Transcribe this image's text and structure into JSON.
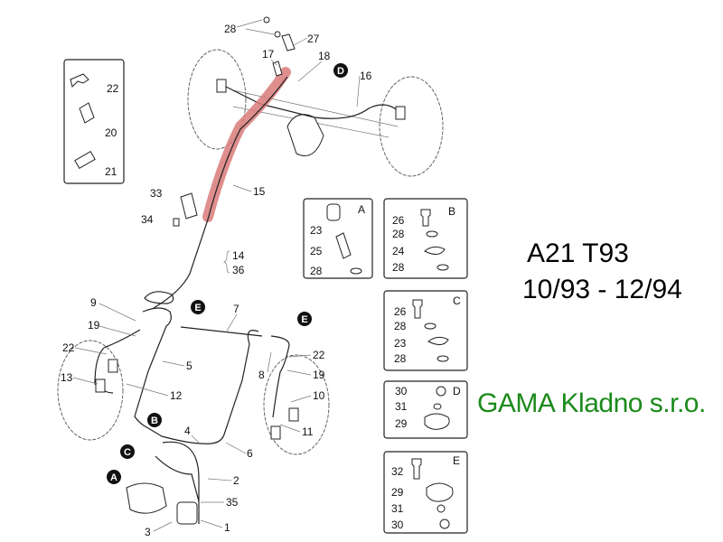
{
  "watermark": "GAMA Kladno s.r.o.",
  "model": "A21 T93",
  "dates": "10/93 - 12/94",
  "colors": {
    "highlight": "#d97a7a",
    "watermark": "#1c8a1c"
  },
  "callouts": {
    "top": [
      "28",
      "27",
      "17",
      "18",
      "16",
      "15",
      "33",
      "34",
      "14",
      "36"
    ],
    "left_box": [
      "22",
      "20",
      "21"
    ],
    "lower": [
      "9",
      "19",
      "22",
      "13",
      "5",
      "12",
      "7",
      "22",
      "8",
      "19",
      "10",
      "11",
      "4",
      "6",
      "2",
      "35",
      "3",
      "1"
    ]
  },
  "markers": {
    "D": "D",
    "E1": "E",
    "E2": "E",
    "B": "B",
    "C": "C",
    "A": "A"
  },
  "detail_boxes": {
    "A": {
      "title": "A",
      "items": [
        "23",
        "25",
        "28"
      ]
    },
    "B": {
      "title": "B",
      "items": [
        "26",
        "28",
        "24",
        "28"
      ]
    },
    "C": {
      "title": "C",
      "items": [
        "26",
        "28",
        "23",
        "28"
      ]
    },
    "D": {
      "title": "D",
      "items": [
        "30",
        "31",
        "29"
      ]
    },
    "E": {
      "title": "E",
      "items": [
        "32",
        "29",
        "31",
        "30"
      ]
    }
  }
}
